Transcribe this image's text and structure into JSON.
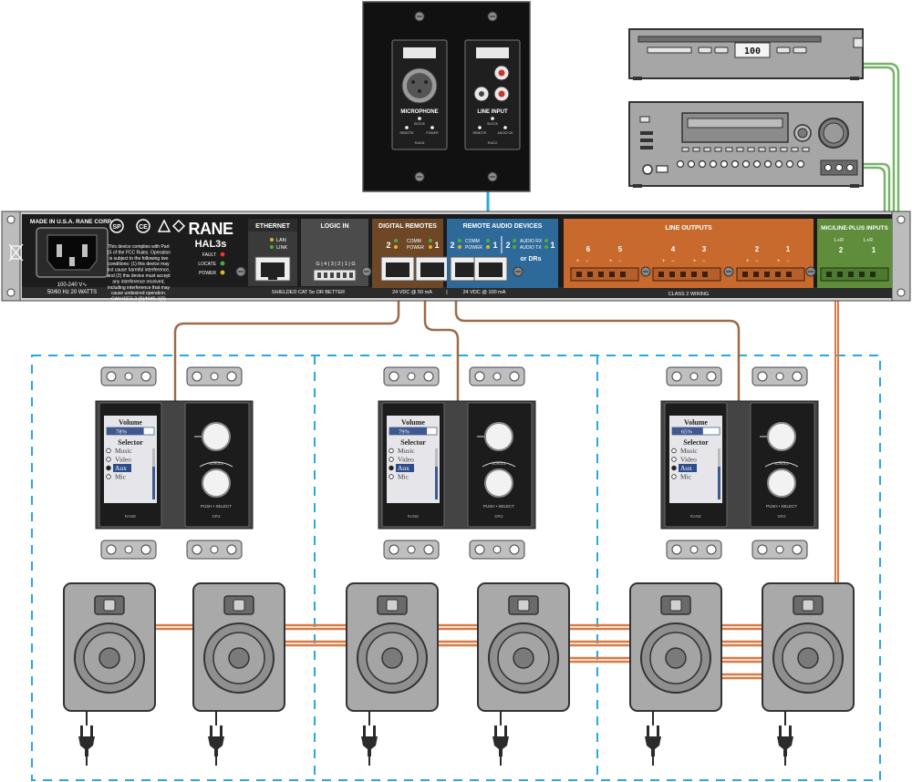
{
  "colors": {
    "rack": "#1c1c1c",
    "ethernet": "#3a3a3a",
    "logic": "#4b4b4b",
    "digital": "#6e4727",
    "remote": "#2e6a99",
    "outputs": "#c8692e",
    "inputs": "#5f8d3c",
    "wire_orange": "#d87a44",
    "wire_green": "#78b36a",
    "wire_blue": "#29a7dd",
    "wire_brown": "#9c6b47",
    "zone_dash": "#2aa7e0",
    "device_gray": "#a9a9a9",
    "led_red": "#e23b2e",
    "led_green": "#4caf3a",
    "led_yellow": "#e0b32a"
  },
  "wallplate": {
    "mic_label": "MICROPHONE",
    "line_label": "LINE INPUT",
    "mic_sub": "RAD6",
    "line_sub": "RAD2",
    "sig": "SIG/OK",
    "remote": "REMOTE",
    "power": "POWER",
    "audio_ok": "AUDIO OK"
  },
  "player": {
    "display": "100"
  },
  "hal": {
    "made_in": "MADE IN U.S.A. RANE CORP.",
    "voltage": "100-240 V∿",
    "wattage": "50/60 Hz 20 WATTS",
    "fcc_lines": [
      "This device complies with Part",
      "15 of the FCC Rules. Operation",
      "is subject to the following two",
      "conditions: (1) this device may",
      "not cause harmful interference,",
      "and (2) this device must accept",
      "any interference received,",
      "including interference that may",
      "cause undesired operation.",
      "CAN ICES-3 (B)/NMB-3(B)"
    ],
    "brand": "RANE",
    "model": "HAL3s",
    "fault": "FAULT",
    "locate": "LOCATE",
    "power": "POWER",
    "ethernet": "ETHERNET",
    "lan": "LAN",
    "link": "LINK",
    "shielded": "SHIELDED CAT 5e OR BETTER",
    "logic_in": "LOGIC IN",
    "logic_pins": "G | 4 | 3 | 2 | 1 | G",
    "digital_remotes": "DIGITAL REMOTES",
    "comm": "COMM",
    "power_lbl": "POWER",
    "num2": "2",
    "num1": "1",
    "dr_power": "24 VDC @ 50 mA",
    "remote_audio": "REMOTE AUDIO DEVICES",
    "rad_power": "24 VDC @ 100 mA",
    "audio_rx": "AUDIO RX",
    "audio_tx": "AUDIO TX",
    "or_drs": "or DRs",
    "line_outputs": "LINE OUTPUTS",
    "out_nums": [
      "6",
      "5",
      "4",
      "3",
      "2",
      "1"
    ],
    "class2": "CLASS 2 WIRING",
    "mic_inputs": "MIC/LINE-PLUS INPUTS",
    "lr": "L+R",
    "in2": "2",
    "in1": "1"
  },
  "zones": [
    {
      "volume_label": "Volume",
      "volume": "78%",
      "level": 0.78,
      "selector": "Selector",
      "options": [
        "Music",
        "Video",
        "Aux",
        "Mic"
      ],
      "selected": "Aux",
      "brand": "RANE",
      "model": "DR3",
      "push": "PUSH • SELECT",
      "scroll": "SCROLL"
    },
    {
      "volume_label": "Volume",
      "volume": "79%",
      "level": 0.79,
      "selector": "Selector",
      "options": [
        "Music",
        "Video",
        "Aux",
        "Mic"
      ],
      "selected": "Aux",
      "brand": "RANE",
      "model": "DR3",
      "push": "PUSH • SELECT",
      "scroll": "SCROLL"
    },
    {
      "volume_label": "Volume",
      "volume": "65%",
      "level": 0.65,
      "selector": "Selector",
      "options": [
        "Music",
        "Video",
        "Aux",
        "Mic"
      ],
      "selected": "Aux",
      "brand": "RANE",
      "model": "DR3",
      "push": "PUSH • SELECT",
      "scroll": "SCROLL"
    }
  ]
}
